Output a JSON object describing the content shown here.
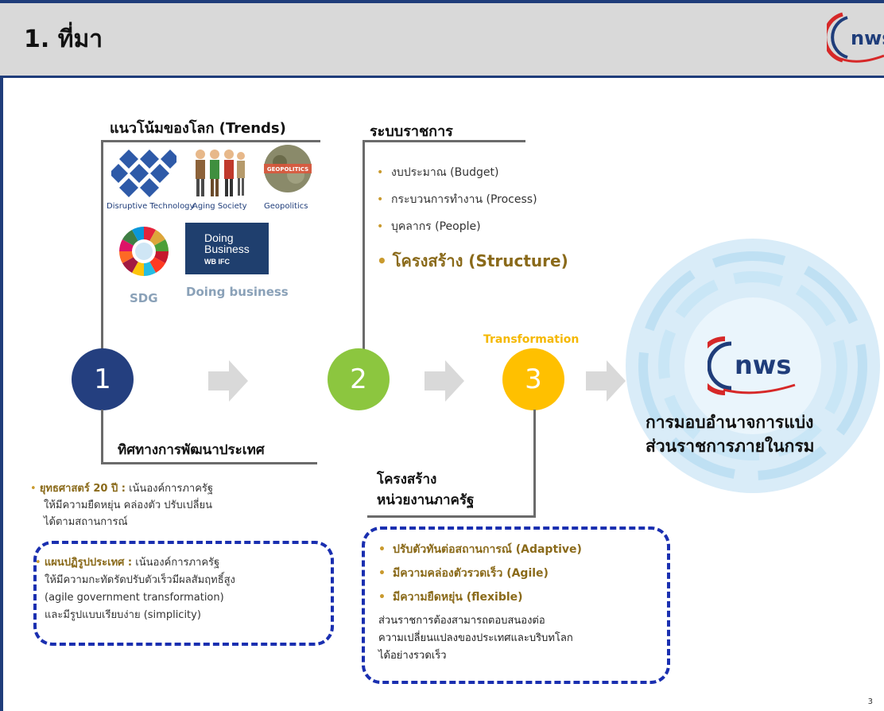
{
  "header": {
    "title": "1. ที่มา",
    "logo_text": "nws"
  },
  "trends": {
    "heading": "แนวโน้มของโลก (Trends)",
    "items": [
      {
        "label": "Disruptive Technology"
      },
      {
        "label": "Aging Society"
      },
      {
        "label": "Geopolitics"
      }
    ],
    "sdg_label": "SDG",
    "doing_business": {
      "logo_line1": "Doing",
      "logo_line2": "Business",
      "logo_line3": "WB  IFC",
      "label": "Doing business"
    },
    "geo_word": "GEOPOLITICS"
  },
  "system": {
    "heading": "ระบบราชการ",
    "items": [
      "งบประมาณ (Budget)",
      "กระบวนการทำงาน (Process)",
      "บุคลากร (People)"
    ],
    "highlight": "โครงสร้าง (Structure)"
  },
  "steps": [
    {
      "number": "1",
      "color": "#243f7f"
    },
    {
      "number": "2",
      "color": "#8cc63f"
    },
    {
      "number": "3",
      "color": "#ffc000"
    }
  ],
  "transformation_label": "Transformation",
  "outcome": {
    "logo_text": "nws",
    "line1": "การมอบอำนาจการแบ่ง",
    "line2": "ส่วนราชการภายในกรม"
  },
  "direction": {
    "heading": "ทิศทางการพัฒนาประเทศ",
    "strategy_bold": "ยุทธศาสตร์ 20 ปี :",
    "strategy_l1": " เน้นองค์การภาครัฐ",
    "strategy_l2": "ให้มีความยืดหยุ่น คล่องตัว ปรับเปลี่ยน",
    "strategy_l3": "ได้ตามสถานการณ์",
    "reform_bold": "แผนปฏิรูปประเทศ :",
    "reform_l1": " เน้นองค์การภาครัฐ",
    "reform_l2": "ให้มีความกะทัดรัดปรับตัวเร็วมีผลสัมฤทธิ์สูง",
    "reform_l3": "(agile government transformation)",
    "reform_l4": "และมีรูปแบบเรียบง่าย (simplicity)"
  },
  "structure": {
    "heading_l1": "โครงสร้าง",
    "heading_l2": "หน่วยงานภาครัฐ",
    "items": [
      "ปรับตัวทันต่อสถานการณ์ (Adaptive)",
      "มีความคล่องตัวรวดเร็ว (Agile)",
      "มีความยืดหยุ่น (flexible)"
    ],
    "note_l1": "ส่วนราชการต้องสามารถตอบสนองต่อ",
    "note_l2": "ความเปลี่ยนแปลงของประเทศและบริบทโลก",
    "note_l3": "ได้อย่างรวดเร็ว"
  },
  "page_number": "3"
}
